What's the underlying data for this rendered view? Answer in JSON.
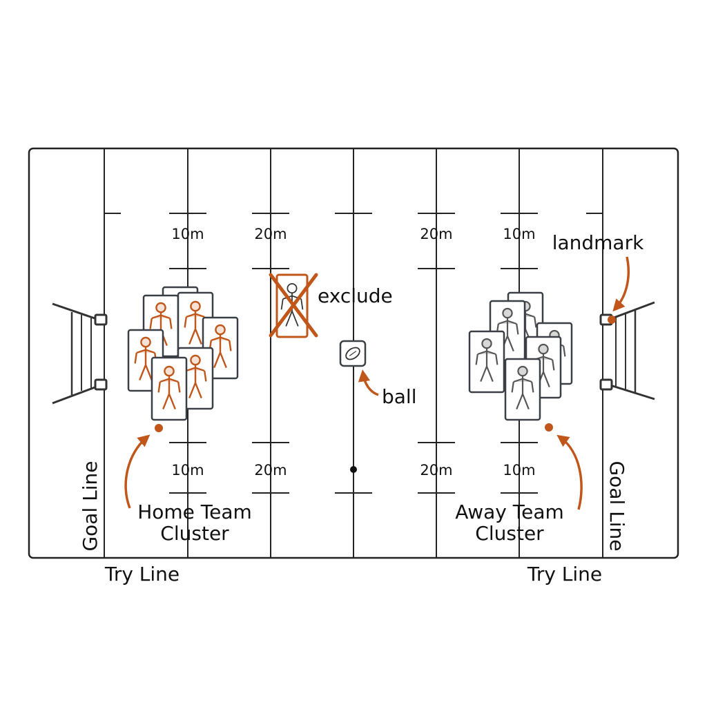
{
  "colors": {
    "line": "#222222",
    "accent": "#c0561a",
    "home_fill": "#f6e3d6",
    "away_fill": "#d8d8d8",
    "box": "#3a3f45"
  },
  "pitch": {
    "markers": {
      "left_10m_top": "10m",
      "left_20m_top": "20m",
      "right_20m_top": "20m",
      "right_10m_top": "10m",
      "left_10m_bottom": "10m",
      "left_20m_bottom": "20m",
      "right_20m_bottom": "20m",
      "right_10m_bottom": "10m"
    },
    "goal_line_left": "Goal Line",
    "goal_line_right": "Goal Line",
    "try_line_left": "Try Line",
    "try_line_right": "Try Line"
  },
  "annotations": {
    "landmark": "landmark",
    "exclude": "exclude",
    "ball": "ball",
    "home_team_line1": "Home Team",
    "home_team_line2": "Cluster",
    "away_team_line1": "Away Team",
    "away_team_line2": "Cluster"
  },
  "icons": {
    "player": "player-icon",
    "ball": "rugby-ball-icon",
    "goal_post": "goal-post-icon",
    "exclude_cross": "cross-icon"
  }
}
